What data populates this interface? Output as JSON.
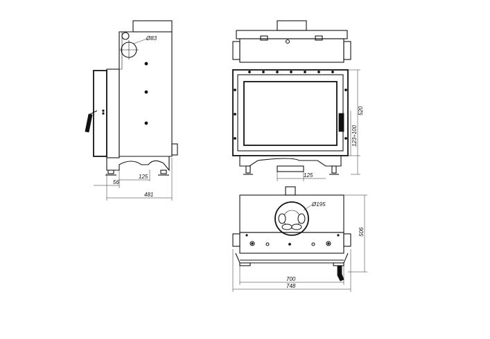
{
  "side_view": {
    "flue_diameter_label": "Ø83",
    "dim_offset": "56",
    "dim_pipe_width": "125",
    "dim_depth": "481"
  },
  "front_view": {
    "dim_height": "520",
    "dim_range": "123÷100",
    "dim_pipe_width": "125"
  },
  "top_view": {
    "flue_diameter_label": "Ø195",
    "dim_depth": "506",
    "dim_width_inner": "700",
    "dim_width_outer": "748"
  }
}
